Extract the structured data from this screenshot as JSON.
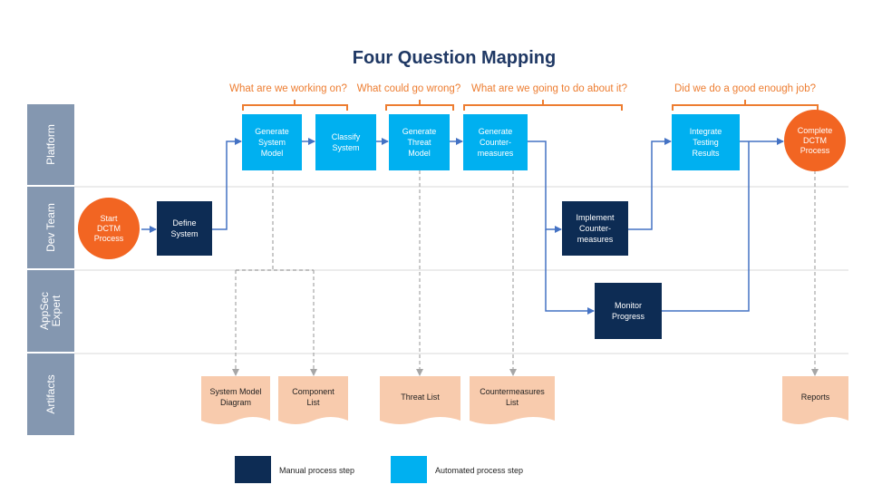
{
  "title": "Four Question Mapping",
  "questions": [
    "What are we working on?",
    "What could go wrong?",
    "What are we going to do about it?",
    "Did we do a good enough job?"
  ],
  "lanes": [
    "Platform",
    "Dev Team",
    "AppSec Expert",
    "Artifacts"
  ],
  "nodes": {
    "start": "Start DCTM Process",
    "define": "Define System",
    "gen_model": "Generate System Model",
    "classify": "Classify System",
    "gen_threat": "Generate Threat Model",
    "gen_counter": "Generate Counter-measures",
    "implement": "Implement Counter-measures",
    "monitor": "Monitor Progress",
    "integrate": "Integrate Testing Results",
    "complete": "Complete DCTM Process"
  },
  "artifacts": {
    "sys_diagram": "System Model Diagram",
    "component_list": "Component List",
    "threat_list": "Threat List",
    "counter_list": "Countermeasures List",
    "reports": "Reports"
  },
  "legend": {
    "manual": "Manual process step",
    "automated": "Automated process step"
  },
  "colors": {
    "manual": "#0d2c54",
    "automated": "#00b0f0",
    "event": "#f26522",
    "artifact": "#f8cbad",
    "lane_header": "#8497b0",
    "question": "#ed7d31",
    "flow": "#4472c4",
    "artifact_arrow": "#a6a6a6",
    "title": "#1f3864"
  }
}
